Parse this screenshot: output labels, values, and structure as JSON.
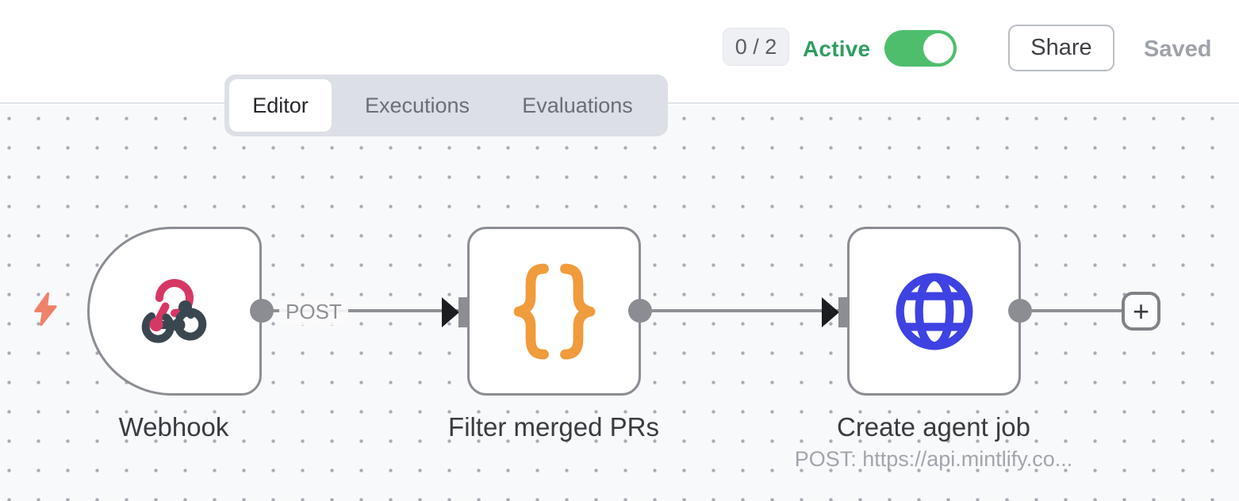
{
  "header": {
    "issues_count": "0 / 2",
    "active_label": "Active",
    "active_state": "on",
    "share_label": "Share",
    "saved_label": "Saved"
  },
  "tabs": {
    "editor": "Editor",
    "executions": "Executions",
    "evaluations": "Evaluations",
    "selected": "Editor"
  },
  "workflow": {
    "nodes": [
      {
        "title": "Webhook",
        "icon": "webhook-icon",
        "shape": "trigger-rounded-left"
      },
      {
        "title": "Filter merged PRs",
        "icon": "code-braces-icon",
        "shape": "rounded-square"
      },
      {
        "title": "Create agent job",
        "subtitle": "POST: https://api.mintlify.co...",
        "icon": "globe-icon",
        "shape": "rounded-square"
      }
    ],
    "connections": [
      {
        "from": "Webhook",
        "to": "Filter merged PRs",
        "label": "POST"
      },
      {
        "from": "Filter merged PRs",
        "to": "Create agent job"
      },
      {
        "from": "Create agent job",
        "to": "add-node-button"
      }
    ],
    "add_button": "+"
  },
  "colors": {
    "active_green": "#2f9e5f",
    "toggle_green": "#4ebe6d",
    "webhook_pink": "#d63864",
    "webhook_slate": "#3a4750",
    "code_orange": "#f09b3c",
    "http_blue": "#3f42e2",
    "trigger_bolt_coral": "#f0826a",
    "node_border_gray": "#8b8d93",
    "canvas_bg": "#f8f9fb"
  }
}
